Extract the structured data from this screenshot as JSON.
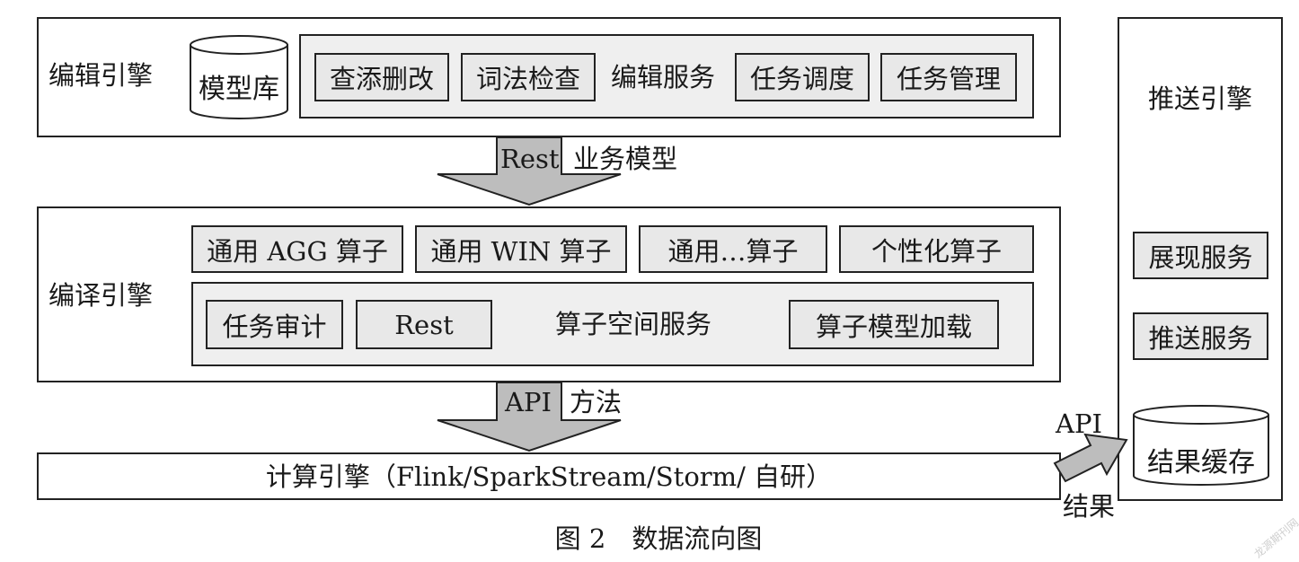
{
  "edit_engine": {
    "label": "编辑引擎",
    "model_store": "模型库",
    "service_label": "编辑服务",
    "buttons": [
      "查添删改",
      "词法检查",
      "任务调度",
      "任务管理"
    ]
  },
  "arrow1": {
    "left_label": "Rest",
    "right_label": "业务模型"
  },
  "compile_engine": {
    "label": "编译引擎",
    "operators": [
      "通用 AGG 算子",
      "通用 WIN 算子",
      "通用…算子",
      "个性化算子"
    ],
    "service_label": "算子空间服务",
    "service_buttons": [
      "任务审计",
      "Rest",
      "算子模型加载"
    ]
  },
  "arrow2": {
    "left_label": "API",
    "right_label": "方法"
  },
  "compute_engine": {
    "label": "计算引擎（Flink/SparkStream/Storm/ 自研）"
  },
  "push_engine": {
    "label": "推送引擎",
    "buttons": [
      "展现服务",
      "推送服务"
    ],
    "cache": "结果缓存"
  },
  "side_arrow": {
    "top_label": "API",
    "bottom_label": "结果"
  },
  "caption": "图 2　数据流向图",
  "watermark": "龙源期刊网"
}
